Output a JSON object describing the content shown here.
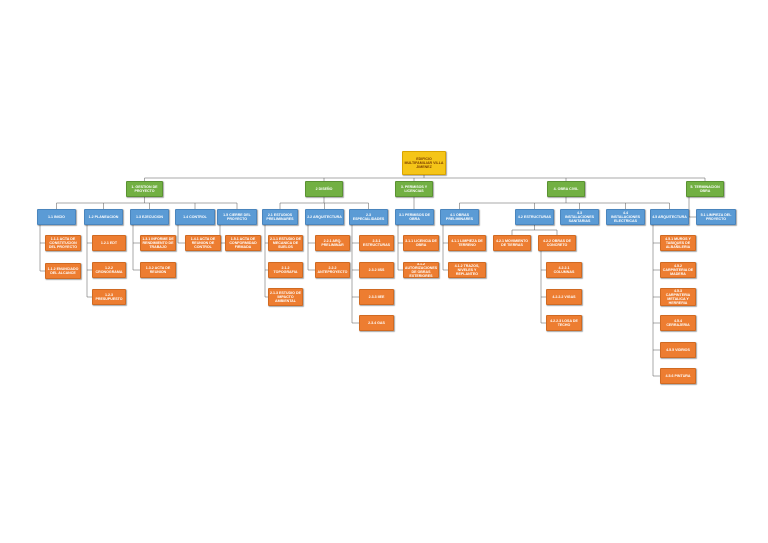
{
  "diagram": {
    "colors": {
      "root": "#f5c518",
      "level1": "#72b043",
      "level2": "#5b9bd5",
      "level3": "#ed7d31",
      "connector": "#555555"
    },
    "root": {
      "id": "root",
      "label": "EDIFICIO MULTIFAMILIAR VILLA JIMENEZ"
    },
    "nodes": [
      {
        "id": "n1",
        "parent": "root",
        "level": 1,
        "label": "1. GESTION DE PROYECTO"
      },
      {
        "id": "n2",
        "parent": "root",
        "level": 1,
        "label": "2 DISEÑO"
      },
      {
        "id": "n3",
        "parent": "root",
        "level": 1,
        "label": "3. PERMISOS Y LICENCIAS"
      },
      {
        "id": "n4",
        "parent": "root",
        "level": 1,
        "label": "4. OBRA CIVIL"
      },
      {
        "id": "n5",
        "parent": "root",
        "level": 1,
        "label": "5. TERMINACION OBRA"
      },
      {
        "id": "n1_1",
        "parent": "n1",
        "level": 2,
        "label": "1.1 INICIO"
      },
      {
        "id": "n1_2",
        "parent": "n1",
        "level": 2,
        "label": "1.2 PLANEACION"
      },
      {
        "id": "n1_3",
        "parent": "n1",
        "level": 2,
        "label": "1.3 EJECUCION"
      },
      {
        "id": "n1_4",
        "parent": "n1",
        "level": 2,
        "label": "1.4 CONTROL"
      },
      {
        "id": "n1_5",
        "parent": "n1",
        "level": 2,
        "label": "1.5 CIERRE DEL PROYECTO"
      },
      {
        "id": "n2_1",
        "parent": "n2",
        "level": 2,
        "label": "2.1 ESTUDIOS PRELIMINARES"
      },
      {
        "id": "n2_2",
        "parent": "n2",
        "level": 2,
        "label": "2.2 ARQUITECTURA"
      },
      {
        "id": "n2_3",
        "parent": "n2",
        "level": 2,
        "label": "2.3 ESPECIALIDADES"
      },
      {
        "id": "n3_1",
        "parent": "n3",
        "level": 2,
        "label": "3.1 PERMISOS DE OBRA"
      },
      {
        "id": "n4_1",
        "parent": "n4",
        "level": 2,
        "label": "4.1 OBRAS PRELIMINARES"
      },
      {
        "id": "n4_2",
        "parent": "n4",
        "level": 2,
        "label": "4.2 ESTRUCTURAS"
      },
      {
        "id": "n4_3",
        "parent": "n4",
        "level": 2,
        "label": "4.3 INSTALACIONES SANITARIAS"
      },
      {
        "id": "n4_4",
        "parent": "n4",
        "level": 2,
        "label": "4.4 INSTALACIONES ELECTRICAS"
      },
      {
        "id": "n4_5",
        "parent": "n4",
        "level": 2,
        "label": "4.5 ARQUITECTURA"
      },
      {
        "id": "n5_1",
        "parent": "n5",
        "level": 2,
        "label": "5.1 LIMPIEZA DEL PROYECTO"
      },
      {
        "id": "n1_1_1",
        "parent": "n1_1",
        "level": 3,
        "label": "1.1.1 ACTA DE CONSTITUCION DEL PROYECTO"
      },
      {
        "id": "n1_1_2",
        "parent": "n1_1",
        "level": 3,
        "label": "1.1.2 ENUNCIADO DEL ALCANCE"
      },
      {
        "id": "n1_2_1",
        "parent": "n1_2",
        "level": 3,
        "label": "1.2.1 EDT"
      },
      {
        "id": "n1_2_2",
        "parent": "n1_2",
        "level": 3,
        "label": "1.2.2 CRONOGRAMA"
      },
      {
        "id": "n1_2_3",
        "parent": "n1_2",
        "level": 3,
        "label": "1.2.3 PRESUPUESTO"
      },
      {
        "id": "n1_3_1",
        "parent": "n1_3",
        "level": 3,
        "label": "1.3.1 INFORME DE RENDIMIENTO DE TRABAJO"
      },
      {
        "id": "n1_3_2",
        "parent": "n1_3",
        "level": 3,
        "label": "1.3.2 ACTA DE REUNION"
      },
      {
        "id": "n1_4_1",
        "parent": "n1_4",
        "level": 3,
        "label": "1.4.1 ACTA DE REUNION DE CONTROL"
      },
      {
        "id": "n1_5_1",
        "parent": "n1_5",
        "level": 3,
        "label": "1.5.1 ACTA DE CONFORMIDAD FIRMADA"
      },
      {
        "id": "n2_1_1",
        "parent": "n2_1",
        "level": 3,
        "label": "2.1.1 ESTUDIO DE MECANICA DE SUELOS"
      },
      {
        "id": "n2_1_2",
        "parent": "n2_1",
        "level": 3,
        "label": "2.1.2 TOPOGRAFIA"
      },
      {
        "id": "n2_1_3",
        "parent": "n2_1",
        "level": 3,
        "label": "2.1.3 ESTUDIO DE IMPACTO AMBIENTAL"
      },
      {
        "id": "n2_2_1",
        "parent": "n2_2",
        "level": 3,
        "label": "2.2.1 ARQ. PRELIMINAR"
      },
      {
        "id": "n2_2_2",
        "parent": "n2_2",
        "level": 3,
        "label": "2.2.2 ANTEPROYECTO"
      },
      {
        "id": "n2_3_1",
        "parent": "n2_3",
        "level": 3,
        "label": "2.3.1 ESTRUCTURAS"
      },
      {
        "id": "n2_3_2",
        "parent": "n2_3",
        "level": 3,
        "label": "2.3.2 IISS"
      },
      {
        "id": "n2_3_3",
        "parent": "n2_3",
        "level": 3,
        "label": "2.3.3 IIEE"
      },
      {
        "id": "n2_3_4",
        "parent": "n2_3",
        "level": 3,
        "label": "2.3.4 GAS"
      },
      {
        "id": "n3_1_1",
        "parent": "n3_1",
        "level": 3,
        "label": "3.1.1 LICENCIA DE OBRA"
      },
      {
        "id": "n3_1_2",
        "parent": "n3_1",
        "level": 3,
        "label": "3.1.2 AUTORIZACIONES DE OBRAS EXTERIORES"
      },
      {
        "id": "n4_1_1",
        "parent": "n4_1",
        "level": 3,
        "label": "4.1.1 LIMPIEZA DE TERRENO"
      },
      {
        "id": "n4_1_2",
        "parent": "n4_1",
        "level": 3,
        "label": "4.1.2 TRAZOS, NIVELES Y REPLANTEO"
      },
      {
        "id": "n4_2_1",
        "parent": "n4_2",
        "level": 3,
        "label": "4.2.1 MOVIMIENTO DE TIERRAS"
      },
      {
        "id": "n4_2_2",
        "parent": "n4_2",
        "level": 3,
        "label": "4.2.2 OBRAS DE CONCRETO"
      },
      {
        "id": "n4_2_2_1",
        "parent": "n4_2_2",
        "level": 3,
        "label": "4.2.2.1 COLUMNAS"
      },
      {
        "id": "n4_2_2_2",
        "parent": "n4_2_2",
        "level": 3,
        "label": "4.2.2.2 VIGAS"
      },
      {
        "id": "n4_2_2_3",
        "parent": "n4_2_2",
        "level": 3,
        "label": "4.2.2.3 LOSA DE TECHO"
      },
      {
        "id": "n4_5_1",
        "parent": "n4_5",
        "level": 3,
        "label": "4.5.1 MUROS Y TABIQUES DE ALBAÑILERIA"
      },
      {
        "id": "n4_5_2",
        "parent": "n4_5",
        "level": 3,
        "label": "4.5.2 CARPINTERIA DE MADERA"
      },
      {
        "id": "n4_5_3",
        "parent": "n4_5",
        "level": 3,
        "label": "4.5.3 CARPINTERIA METALICA Y HERRERIA"
      },
      {
        "id": "n4_5_4",
        "parent": "n4_5",
        "level": 3,
        "label": "4.5.4 CERRAJERIA"
      },
      {
        "id": "n4_5_5",
        "parent": "n4_5",
        "level": 3,
        "label": "4.5.5 VIDRIOS"
      },
      {
        "id": "n4_5_6",
        "parent": "n4_5",
        "level": 3,
        "label": "4.5.6 PINTURA"
      }
    ]
  }
}
